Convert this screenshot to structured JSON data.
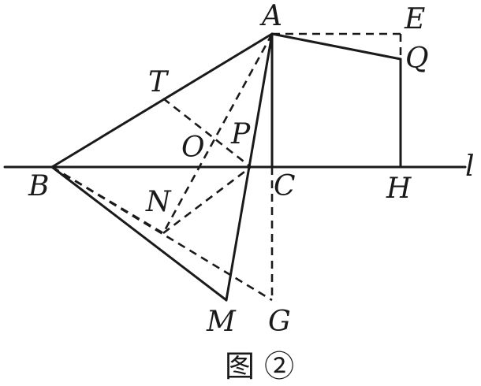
{
  "figure": {
    "caption": "图 ②",
    "labels": {
      "A": "A",
      "E": "E",
      "Q": "Q",
      "T": "T",
      "P": "P",
      "O": "O",
      "B": "B",
      "C": "C",
      "H": "H",
      "N": "N",
      "M": "M",
      "G": "G",
      "l": "l"
    }
  }
}
